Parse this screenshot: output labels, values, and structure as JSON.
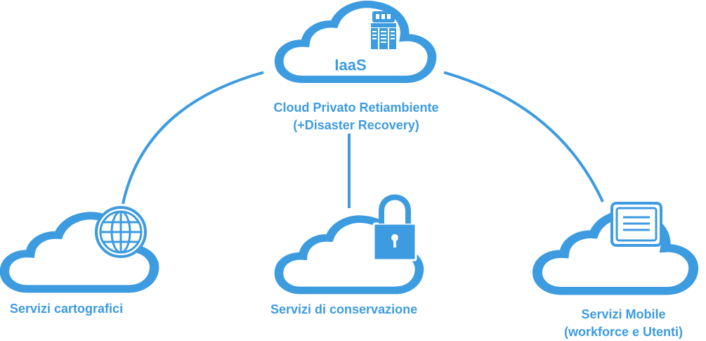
{
  "colors": {
    "accent": "#3d9be0",
    "background": "#ffffff"
  },
  "center": {
    "badge": "IaaS",
    "title_line1": "Cloud Privato Retiambiente",
    "title_line2": "(+Disaster Recovery)",
    "icon": "server-icon"
  },
  "nodes": [
    {
      "label": "Servizi cartografici",
      "icon": "globe-icon"
    },
    {
      "label": "Servizi di conservazione",
      "icon": "lock-icon"
    },
    {
      "label_line1": "Servizi Mobile",
      "label_line2": "(workforce e Utenti)",
      "icon": "document-icon"
    }
  ]
}
